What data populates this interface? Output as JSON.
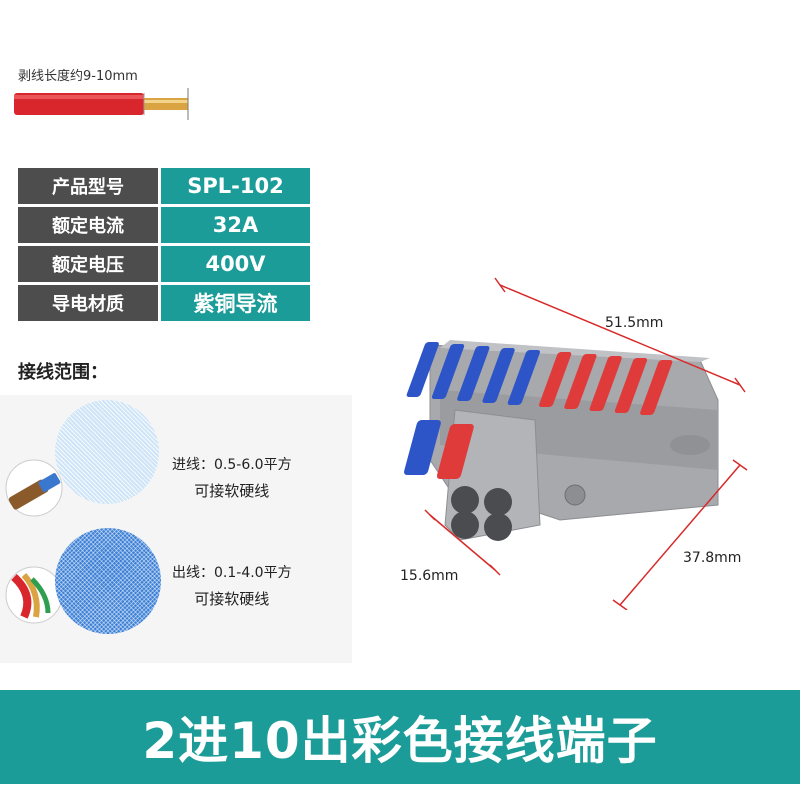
{
  "strip_length": {
    "label": "剥线长度约9-10mm"
  },
  "spec_table": {
    "rows": [
      {
        "key": "产品型号",
        "value": "SPL-102"
      },
      {
        "key": "额定电流",
        "value": "32A"
      },
      {
        "key": "额定电压",
        "value": "400V"
      },
      {
        "key": "导电材质",
        "value": "紫铜导流"
      }
    ]
  },
  "wiring_range": {
    "title": "接线范围：",
    "inlet": {
      "label": "进线：0.5-6.0平方",
      "note": "可接软硬线"
    },
    "outlet": {
      "label": "出线：0.1-4.0平方",
      "note": "可接软硬线"
    }
  },
  "dimensions": {
    "width": "51.5mm",
    "depth": "37.8mm",
    "inlet_width": "15.6mm"
  },
  "banner": {
    "text": "2进10出彩色接线端子"
  },
  "colors": {
    "teal": "#1c9c98",
    "gray": "#4d4d4d",
    "red": "#e03b3b",
    "blue": "#2d55c8",
    "body": "#a7a9ad"
  }
}
